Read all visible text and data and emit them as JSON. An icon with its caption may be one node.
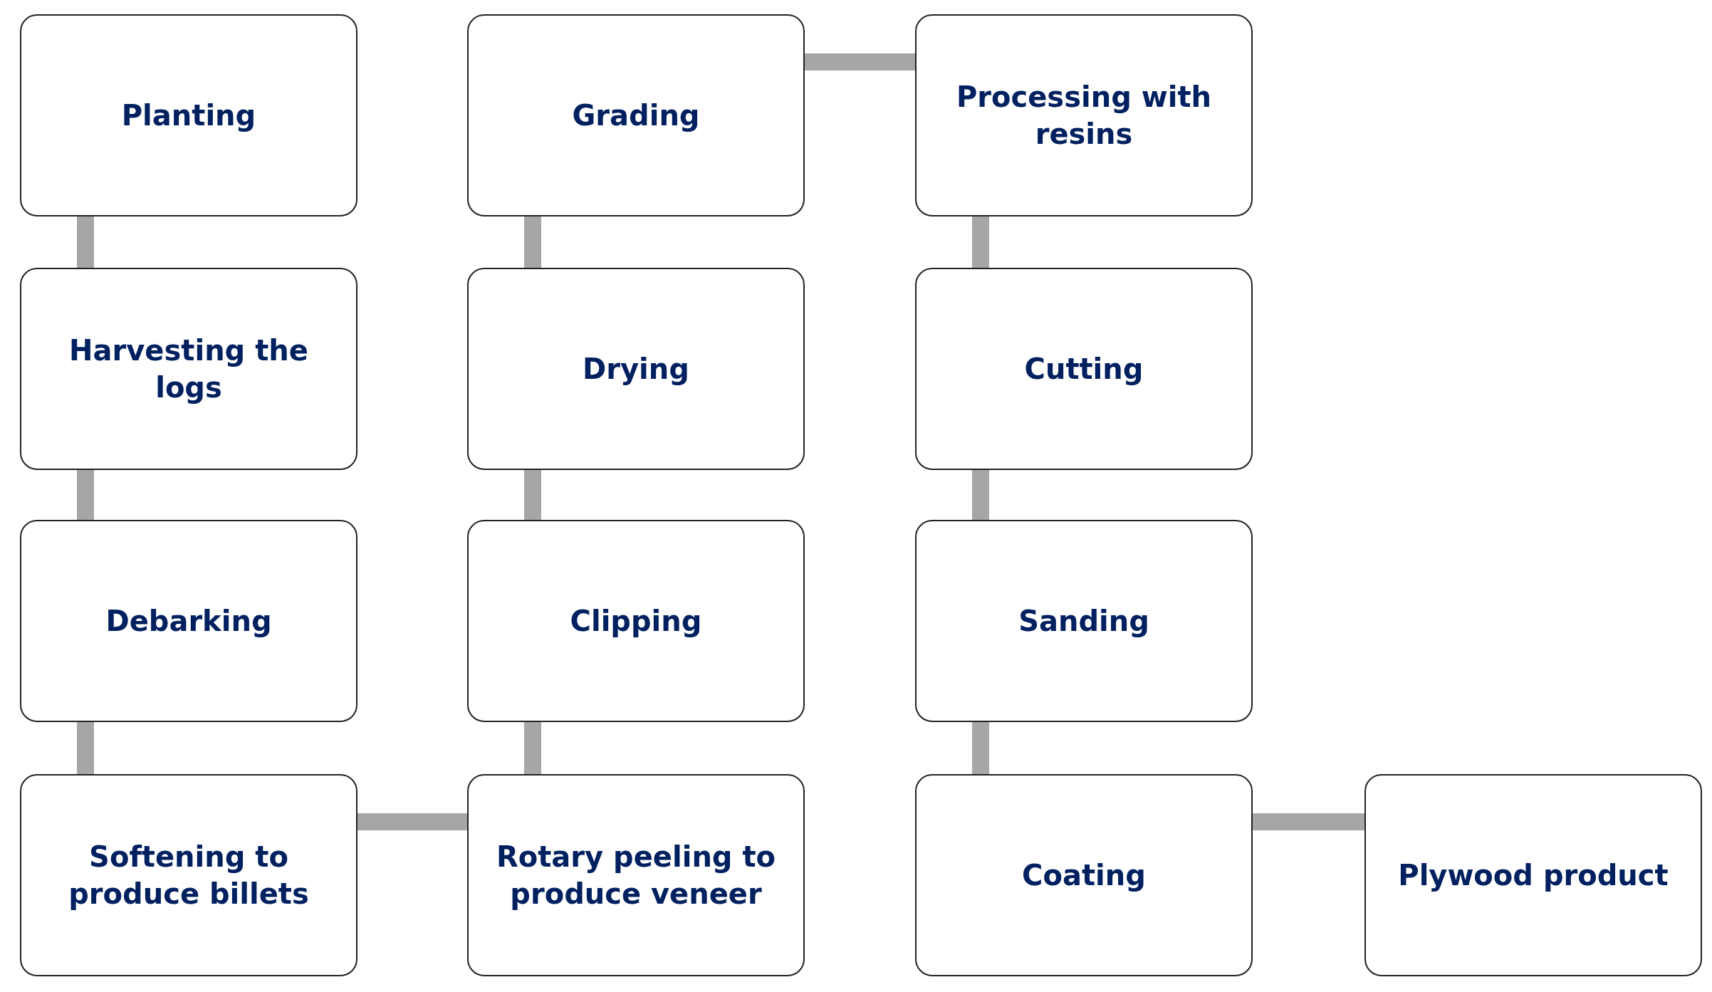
{
  "diagram": {
    "nodes": [
      {
        "text": [
          "Planting"
        ]
      },
      {
        "text": [
          "Harvesting the logs"
        ]
      },
      {
        "text": [
          "Debarking"
        ]
      },
      {
        "text": [
          "Softening to produce billets"
        ]
      },
      {
        "text": [
          "Rotary peeling to produce veneer"
        ]
      },
      {
        "text": [
          "Clipping"
        ]
      },
      {
        "text": [
          "Drying"
        ]
      },
      {
        "text": [
          "Grading"
        ]
      },
      {
        "text": [
          "Processing with resins"
        ]
      },
      {
        "text": [
          "Cutting"
        ]
      },
      {
        "text": [
          "Sanding"
        ]
      },
      {
        "text": [
          "Coating"
        ]
      },
      {
        "text": [
          "Plywood product"
        ]
      }
    ],
    "edges": [
      {
        "from": 0,
        "to": 1,
        "arrow": "none"
      },
      {
        "from": 1,
        "to": 2,
        "arrow": "none"
      },
      {
        "from": 2,
        "to": 3,
        "arrow": "none"
      },
      {
        "from": 3,
        "to": 4,
        "arrow": "none"
      },
      {
        "from": 4,
        "to": 5,
        "arrow": "none"
      },
      {
        "from": 5,
        "to": 6,
        "arrow": "none"
      },
      {
        "from": 6,
        "to": 7,
        "arrow": "none"
      },
      {
        "from": 7,
        "to": 8,
        "arrow": "none"
      },
      {
        "from": 8,
        "to": 9,
        "arrow": "none"
      },
      {
        "from": 9,
        "to": 10,
        "arrow": "none"
      },
      {
        "from": 10,
        "to": 11,
        "arrow": "none"
      },
      {
        "from": 11,
        "to": 12,
        "arrow": "none"
      }
    ]
  }
}
